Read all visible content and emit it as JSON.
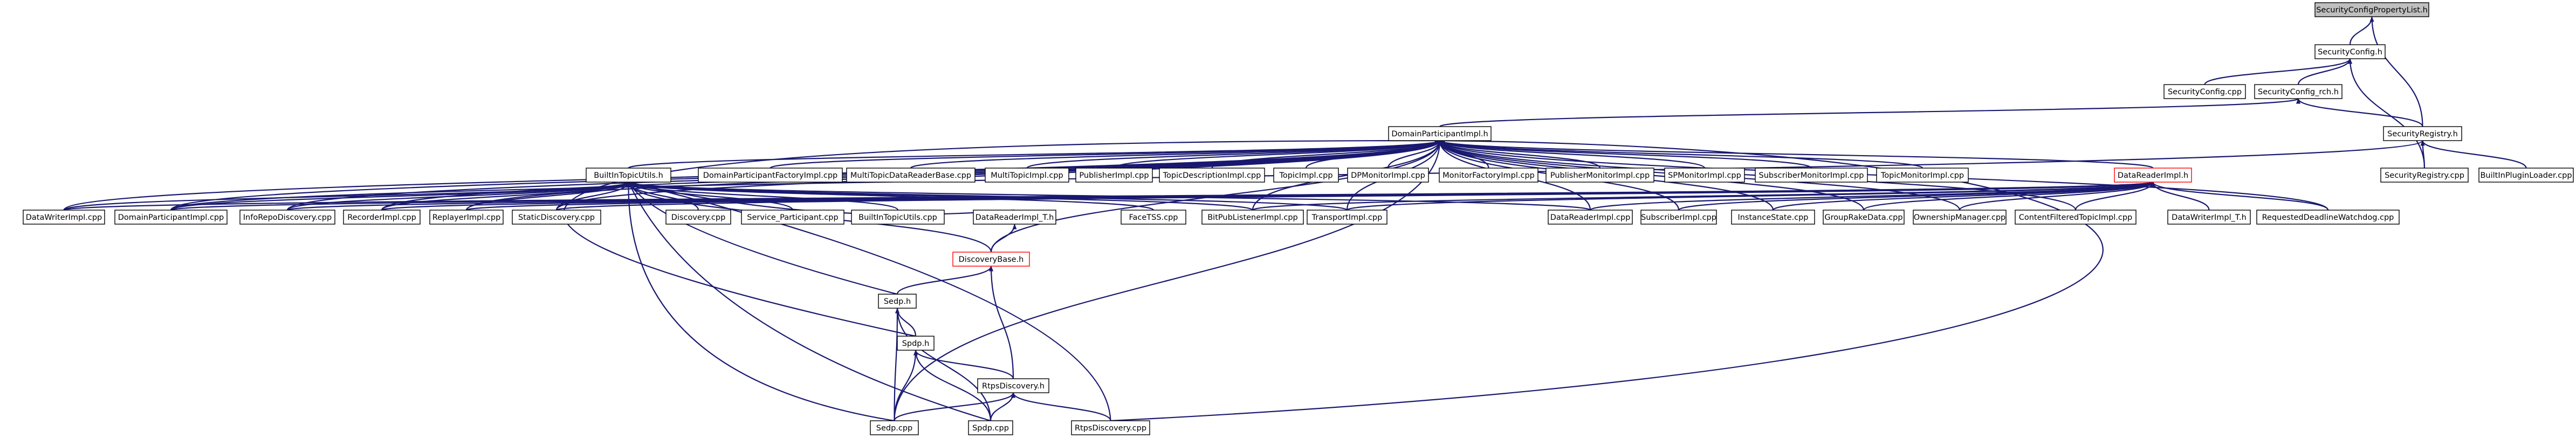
{
  "colors": {
    "edge": "#191970",
    "node_border": "#000000",
    "node_fill": "#ffffff",
    "root_fill": "#bfbfbf",
    "truncated_border": "#ff0000",
    "text": "#000000"
  },
  "nodes": [
    {
      "id": "scpl",
      "label": "SecurityConfigPropertyList.h",
      "style": "root"
    },
    {
      "id": "sch",
      "label": "SecurityConfig.h",
      "style": "normal"
    },
    {
      "id": "sccpp",
      "label": "SecurityConfig.cpp",
      "style": "normal"
    },
    {
      "id": "scrch",
      "label": "SecurityConfig_rch.h",
      "style": "normal"
    },
    {
      "id": "srh",
      "label": "SecurityRegistry.h",
      "style": "normal"
    },
    {
      "id": "dpih",
      "label": "DomainParticipantImpl.h",
      "style": "normal"
    },
    {
      "id": "srcpp",
      "label": "SecurityRegistry.cpp",
      "style": "normal"
    },
    {
      "id": "bipl",
      "label": "BuiltInPluginLoader.cpp",
      "style": "normal"
    },
    {
      "id": "dwi",
      "label": "DataWriterImpl.cpp",
      "style": "normal"
    },
    {
      "id": "dpicpp",
      "label": "DomainParticipantImpl.cpp",
      "style": "normal"
    },
    {
      "id": "ird",
      "label": "InfoRepoDiscovery.cpp",
      "style": "normal"
    },
    {
      "id": "rec",
      "label": "RecorderImpl.cpp",
      "style": "normal"
    },
    {
      "id": "rep",
      "label": "ReplayerImpl.cpp",
      "style": "normal"
    },
    {
      "id": "sd",
      "label": "StaticDiscovery.cpp",
      "style": "normal"
    },
    {
      "id": "btu",
      "label": "BuiltInTopicUtils.h",
      "style": "normal"
    },
    {
      "id": "dpfi",
      "label": "DomainParticipantFactoryImpl.cpp",
      "style": "normal"
    },
    {
      "id": "mtdr",
      "label": "MultiTopicDataReaderBase.cpp",
      "style": "normal"
    },
    {
      "id": "mti",
      "label": "MultiTopicImpl.cpp",
      "style": "normal"
    },
    {
      "id": "pub",
      "label": "PublisherImpl.cpp",
      "style": "normal"
    },
    {
      "id": "tdi",
      "label": "TopicDescriptionImpl.cpp",
      "style": "normal"
    },
    {
      "id": "ti",
      "label": "TopicImpl.cpp",
      "style": "normal"
    },
    {
      "id": "dpmi",
      "label": "DPMonitorImpl.cpp",
      "style": "normal"
    },
    {
      "id": "mfi",
      "label": "MonitorFactoryImpl.cpp",
      "style": "normal"
    },
    {
      "id": "pmi",
      "label": "PublisherMonitorImpl.cpp",
      "style": "normal"
    },
    {
      "id": "spmi",
      "label": "SPMonitorImpl.cpp",
      "style": "normal"
    },
    {
      "id": "smi",
      "label": "SubscriberMonitorImpl.cpp",
      "style": "normal"
    },
    {
      "id": "tmi",
      "label": "TopicMonitorImpl.cpp",
      "style": "normal"
    },
    {
      "id": "drih",
      "label": "DataReaderImpl.h",
      "style": "truncated"
    },
    {
      "id": "disc",
      "label": "Discovery.cpp",
      "style": "normal"
    },
    {
      "id": "sp",
      "label": "Service_Participant.cpp",
      "style": "normal"
    },
    {
      "id": "btucpp",
      "label": "BuiltInTopicUtils.cpp",
      "style": "normal"
    },
    {
      "id": "drit",
      "label": "DataReaderImpl_T.h",
      "style": "normal"
    },
    {
      "id": "face",
      "label": "FaceTSS.cpp",
      "style": "normal"
    },
    {
      "id": "bpl",
      "label": "BitPubListenerImpl.cpp",
      "style": "normal"
    },
    {
      "id": "trans",
      "label": "TransportImpl.cpp",
      "style": "normal"
    },
    {
      "id": "dricpp",
      "label": "DataReaderImpl.cpp",
      "style": "normal"
    },
    {
      "id": "subi",
      "label": "SubscriberImpl.cpp",
      "style": "normal"
    },
    {
      "id": "inst",
      "label": "InstanceState.cpp",
      "style": "normal"
    },
    {
      "id": "grd",
      "label": "GroupRakeData.cpp",
      "style": "normal"
    },
    {
      "id": "om",
      "label": "OwnershipManager.cpp",
      "style": "normal"
    },
    {
      "id": "cft",
      "label": "ContentFilteredTopicImpl.cpp",
      "style": "normal"
    },
    {
      "id": "dwit",
      "label": "DataWriterImpl_T.h",
      "style": "normal"
    },
    {
      "id": "rdw",
      "label": "RequestedDeadlineWatchdog.cpp",
      "style": "normal"
    },
    {
      "id": "dbh",
      "label": "DiscoveryBase.h",
      "style": "truncated"
    },
    {
      "id": "sedph",
      "label": "Sedp.h",
      "style": "normal"
    },
    {
      "id": "spdph",
      "label": "Spdp.h",
      "style": "normal"
    },
    {
      "id": "rtpsh",
      "label": "RtpsDiscovery.h",
      "style": "normal"
    },
    {
      "id": "sedpcpp",
      "label": "Sedp.cpp",
      "style": "normal"
    },
    {
      "id": "spdpcpp",
      "label": "Spdp.cpp",
      "style": "normal"
    },
    {
      "id": "rtpscpp",
      "label": "RtpsDiscovery.cpp",
      "style": "normal"
    }
  ],
  "edges": [
    {
      "from": "sch",
      "to": "scpl"
    },
    {
      "from": "srh",
      "to": "scpl"
    },
    {
      "from": "sccpp",
      "to": "sch"
    },
    {
      "from": "scrch",
      "to": "sch"
    },
    {
      "from": "srcpp",
      "to": "sch"
    },
    {
      "from": "dpih",
      "to": "scrch"
    },
    {
      "from": "srh",
      "to": "scrch"
    },
    {
      "from": "srcpp",
      "to": "srh"
    },
    {
      "from": "bipl",
      "to": "srh"
    },
    {
      "from": "dpicpp",
      "to": "srh"
    },
    {
      "from": "dwi",
      "to": "dpih"
    },
    {
      "from": "dpicpp",
      "to": "dpih"
    },
    {
      "from": "ird",
      "to": "dpih"
    },
    {
      "from": "rec",
      "to": "dpih"
    },
    {
      "from": "rep",
      "to": "dpih"
    },
    {
      "from": "sd",
      "to": "dpih"
    },
    {
      "from": "btu",
      "to": "dpih"
    },
    {
      "from": "dpfi",
      "to": "dpih"
    },
    {
      "from": "mtdr",
      "to": "dpih"
    },
    {
      "from": "mti",
      "to": "dpih"
    },
    {
      "from": "pub",
      "to": "dpih"
    },
    {
      "from": "tdi",
      "to": "dpih"
    },
    {
      "from": "ti",
      "to": "dpih"
    },
    {
      "from": "dpmi",
      "to": "dpih"
    },
    {
      "from": "mfi",
      "to": "dpih"
    },
    {
      "from": "pmi",
      "to": "dpih"
    },
    {
      "from": "spmi",
      "to": "dpih"
    },
    {
      "from": "smi",
      "to": "dpih"
    },
    {
      "from": "tmi",
      "to": "dpih"
    },
    {
      "from": "drih",
      "to": "dpih"
    },
    {
      "from": "dricpp",
      "to": "dpih"
    },
    {
      "from": "subi",
      "to": "dpih"
    },
    {
      "from": "inst",
      "to": "dpih"
    },
    {
      "from": "grd",
      "to": "dpih"
    },
    {
      "from": "om",
      "to": "dpih"
    },
    {
      "from": "cft",
      "to": "dpih"
    },
    {
      "from": "rdw",
      "to": "dpih"
    },
    {
      "from": "trans",
      "to": "dpih"
    },
    {
      "from": "bpl",
      "to": "dpih"
    },
    {
      "from": "spdph",
      "to": "dpih"
    },
    {
      "from": "sedpcpp",
      "to": "dpih"
    },
    {
      "from": "rtpscpp",
      "to": "dpih"
    },
    {
      "from": "dbh",
      "to": "dpih"
    },
    {
      "from": "dwi",
      "to": "btu"
    },
    {
      "from": "dpicpp",
      "to": "btu"
    },
    {
      "from": "ird",
      "to": "btu"
    },
    {
      "from": "rec",
      "to": "btu"
    },
    {
      "from": "rep",
      "to": "btu"
    },
    {
      "from": "sd",
      "to": "btu"
    },
    {
      "from": "disc",
      "to": "btu"
    },
    {
      "from": "sp",
      "to": "btu"
    },
    {
      "from": "btucpp",
      "to": "btu"
    },
    {
      "from": "drit",
      "to": "btu"
    },
    {
      "from": "face",
      "to": "btu"
    },
    {
      "from": "bpl",
      "to": "btu"
    },
    {
      "from": "trans",
      "to": "btu"
    },
    {
      "from": "dricpp",
      "to": "btu"
    },
    {
      "from": "dbh",
      "to": "btu"
    },
    {
      "from": "sedph",
      "to": "btu"
    },
    {
      "from": "sedpcpp",
      "to": "btu"
    },
    {
      "from": "spdpcpp",
      "to": "btu"
    },
    {
      "from": "rtpscpp",
      "to": "btu"
    },
    {
      "from": "dwi",
      "to": "drih"
    },
    {
      "from": "dpicpp",
      "to": "drih"
    },
    {
      "from": "ird",
      "to": "drih"
    },
    {
      "from": "rec",
      "to": "drih"
    },
    {
      "from": "rep",
      "to": "drih"
    },
    {
      "from": "sd",
      "to": "drih"
    },
    {
      "from": "dricpp",
      "to": "drih"
    },
    {
      "from": "subi",
      "to": "drih"
    },
    {
      "from": "inst",
      "to": "drih"
    },
    {
      "from": "grd",
      "to": "drih"
    },
    {
      "from": "om",
      "to": "drih"
    },
    {
      "from": "cft",
      "to": "drih"
    },
    {
      "from": "dwit",
      "to": "drih"
    },
    {
      "from": "rdw",
      "to": "drih"
    },
    {
      "from": "trans",
      "to": "drih"
    },
    {
      "from": "bpl",
      "to": "drih"
    },
    {
      "from": "dbh",
      "to": "drit"
    },
    {
      "from": "sedph",
      "to": "dbh"
    },
    {
      "from": "rtpsh",
      "to": "dbh"
    },
    {
      "from": "spdph",
      "to": "sedph"
    },
    {
      "from": "sedpcpp",
      "to": "sedph"
    },
    {
      "from": "spdpcpp",
      "to": "sedph"
    },
    {
      "from": "rtpsh",
      "to": "spdph"
    },
    {
      "from": "sedpcpp",
      "to": "spdph"
    },
    {
      "from": "spdpcpp",
      "to": "spdph"
    },
    {
      "from": "sedpcpp",
      "to": "rtpsh"
    },
    {
      "from": "spdpcpp",
      "to": "rtpsh"
    },
    {
      "from": "rtpscpp",
      "to": "rtpsh"
    }
  ]
}
